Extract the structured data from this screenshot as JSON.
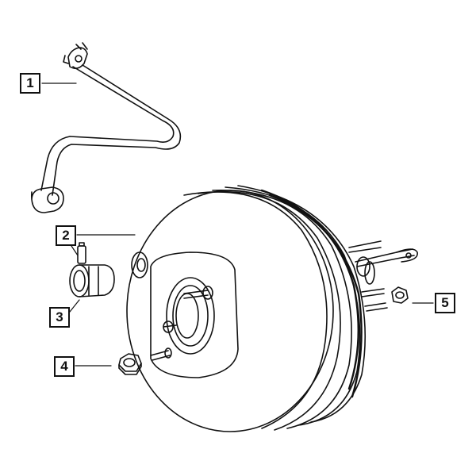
{
  "callouts": {
    "c1": "1",
    "c2": "2",
    "c3": "3",
    "c4": "4",
    "c5": "5"
  },
  "parts": [
    {
      "callout": "1",
      "icon": "vacuum-hose-icon"
    },
    {
      "callout": "2",
      "icon": "check-valve-icon"
    },
    {
      "callout": "3",
      "icon": "grommet-icon"
    },
    {
      "callout": "4",
      "icon": "nut-icon"
    },
    {
      "callout": "5",
      "icon": "nut-icon"
    }
  ],
  "colors": {
    "line": "#111111",
    "background": "#ffffff"
  }
}
